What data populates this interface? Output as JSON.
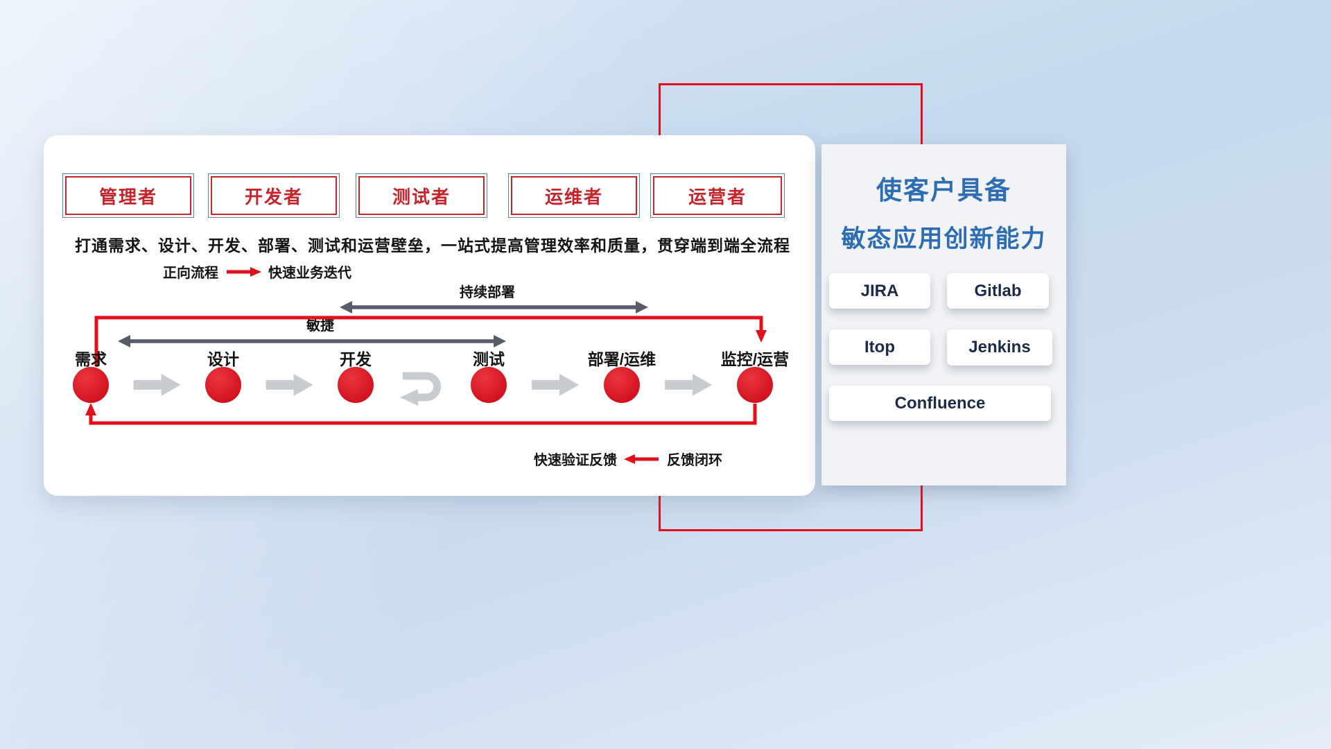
{
  "colors": {
    "accent_red": "#e2101c",
    "role_red": "#c5242b",
    "title_blue": "#2e6db4",
    "dark_arrow": "#565d68",
    "gray_arrow": "#c8ccd1",
    "tool_text": "#1c2b4a"
  },
  "card": {
    "roles": [
      "管理者",
      "开发者",
      "测试者",
      "运维者",
      "运营者"
    ],
    "headline": "打通需求、设计、开发、部署、测试和运营壁垒，一站式提高管理效率和质量，贯穿端到端全流程",
    "legend_forward": {
      "label": "正向流程",
      "value": "快速业务迭代"
    },
    "legend_feedback": {
      "label": "快速验证反馈",
      "value": "反馈闭环"
    },
    "arrow_labels": {
      "continuous_deploy": "持续部署",
      "agile": "敏捷"
    },
    "stages": [
      "需求",
      "设计",
      "开发",
      "测试",
      "部署/运维",
      "监控/运营"
    ]
  },
  "panel": {
    "title_line1": "使客户具备",
    "title_line2": "敏态应用创新能力",
    "tools": [
      "JIRA",
      "Gitlab",
      "Itop",
      "Jenkins",
      "Confluence"
    ]
  }
}
